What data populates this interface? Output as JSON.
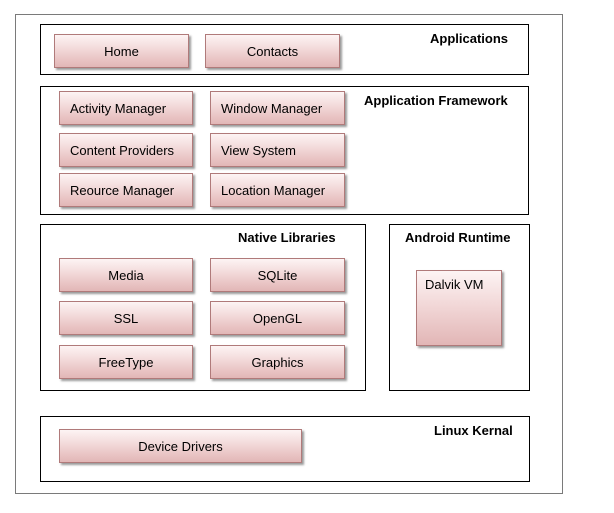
{
  "applications": {
    "title": "Applications",
    "items": [
      "Home",
      "Contacts"
    ]
  },
  "framework": {
    "title": "Application Framework",
    "items": [
      "Activity Manager",
      "Window Manager",
      "Content Providers",
      "View System",
      "Reource Manager",
      "Location Manager"
    ]
  },
  "libraries": {
    "title": "Native Libraries",
    "items": [
      "Media",
      "SQLite",
      "SSL",
      "OpenGL",
      "FreeType",
      "Graphics"
    ]
  },
  "runtime": {
    "title": "Android Runtime",
    "items": [
      "Dalvik VM"
    ]
  },
  "kernel": {
    "title": "Linux Kernal",
    "items": [
      "Device Drivers"
    ]
  },
  "colors": {
    "box_top": "#fdf4f4",
    "box_bottom": "#e2b6b6",
    "box_border": "#b07a7a"
  }
}
